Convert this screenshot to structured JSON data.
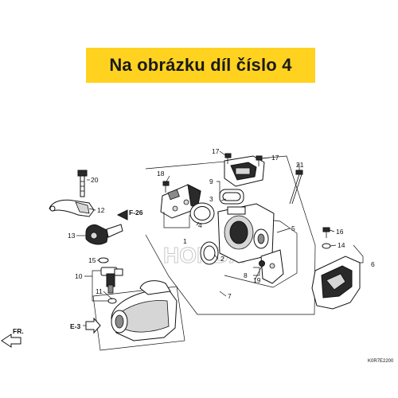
{
  "banner": {
    "text": "Na obrázku díl číslo 4",
    "background": "#ffd21f",
    "text_color": "#1a1a1a"
  },
  "watermark": "HONDA",
  "labels": {
    "p1": "1",
    "p2": "2",
    "p3": "3",
    "p4": "4",
    "p5": "5",
    "p6": "6",
    "p7": "7",
    "p8": "8",
    "p9": "9",
    "p10": "10",
    "p11": "11",
    "p12": "12",
    "p13": "13",
    "p14": "14",
    "p15": "15",
    "p16": "16",
    "p17a": "17",
    "p17b": "17",
    "p18": "18",
    "p19": "19",
    "p20": "20",
    "p21": "21"
  },
  "references": {
    "f26": "F-26",
    "e3": "E-3",
    "fr": "FR."
  },
  "diagram_code": "K0R7E2200"
}
